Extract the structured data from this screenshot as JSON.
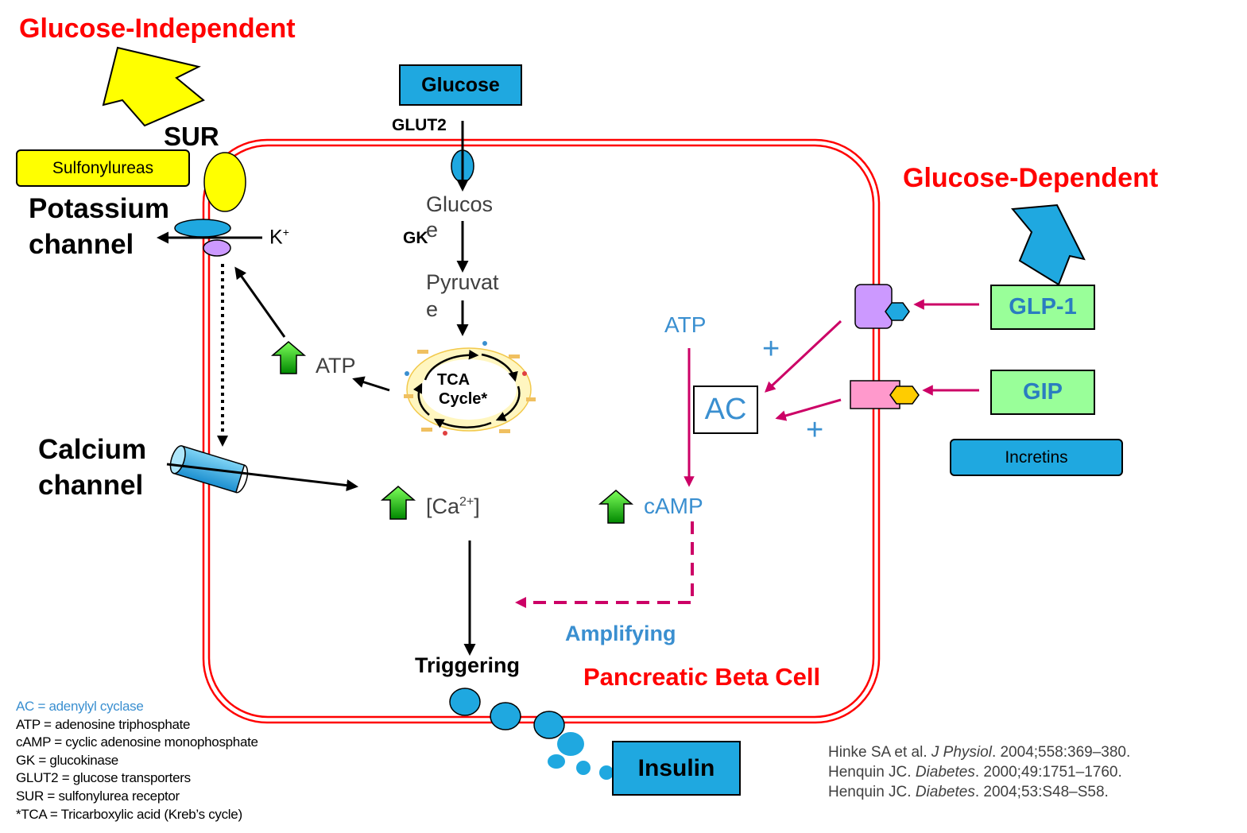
{
  "labels": {
    "glucose_independent": "Glucose-Independent",
    "glucose_dependent": "Glucose-Dependent",
    "sur": "SUR",
    "potassium_channel_line1": "Potassium",
    "potassium_channel_line2": "channel",
    "calcium_channel_line1": "Calcium",
    "calcium_channel_line2": "channel",
    "k_plus": "K",
    "k_plus_sup": "+",
    "glut2": "GLUT2",
    "gk": "GK",
    "glucose_in_line1": "Glucos",
    "glucose_in_line2": "e",
    "pyruvate_line1": "Pyruvat",
    "pyruvate_line2": "e",
    "tca_line1": "TCA",
    "tca_line2": "Cycle*",
    "atp_left": "ATP",
    "atp_right": "ATP",
    "ca_text": "[Ca",
    "ca_sup": "2+",
    "ca_close": "]",
    "camp": "cAMP",
    "ac": "AC",
    "plus_top": "+",
    "plus_bottom": "+",
    "amplifying": "Amplifying",
    "triggering": "Triggering",
    "beta_cell": "Pancreatic Beta Cell"
  },
  "boxes": {
    "glucose": "Glucose",
    "sulfonylureas": "Sulfonylureas",
    "glp1": "GLP-1",
    "gip": "GIP",
    "incretins": "Incretins",
    "insulin": "Insulin"
  },
  "legend": [
    "AC = adenylyl cyclase",
    "ATP = adenosine triphosphate",
    "cAMP = cyclic adenosine monophosphate",
    "GK = glucokinase",
    "GLUT2 = glucose transporters",
    "SUR = sulfonylurea receptor",
    "*TCA = Tricarboxylic acid (Kreb’s cycle)"
  ],
  "references": [
    {
      "authors": "Hinke SA et al. ",
      "journal": "J Physiol",
      "citation": ". 2004;558:369–380."
    },
    {
      "authors": "Henquin JC. ",
      "journal": "Diabetes",
      "citation": ". 2000;49:1751–1760."
    },
    {
      "authors": "Henquin JC. ",
      "journal": "Diabetes",
      "citation": ". 2004;53:S48–S58."
    }
  ],
  "colors": {
    "red_title": "#ff0000",
    "membrane": "#ff0000",
    "blue_box": "#1fa8e0",
    "green_box": "#99ff99",
    "yellow": "#ffff00",
    "magenta_arrow": "#cc0066",
    "blue_text": "#3a8fd0",
    "green_arrow": "#00b000",
    "purple_receptor": "#cc99ff",
    "pink_receptor": "#ff99cc",
    "gold_ligand": "#ffcc00"
  }
}
